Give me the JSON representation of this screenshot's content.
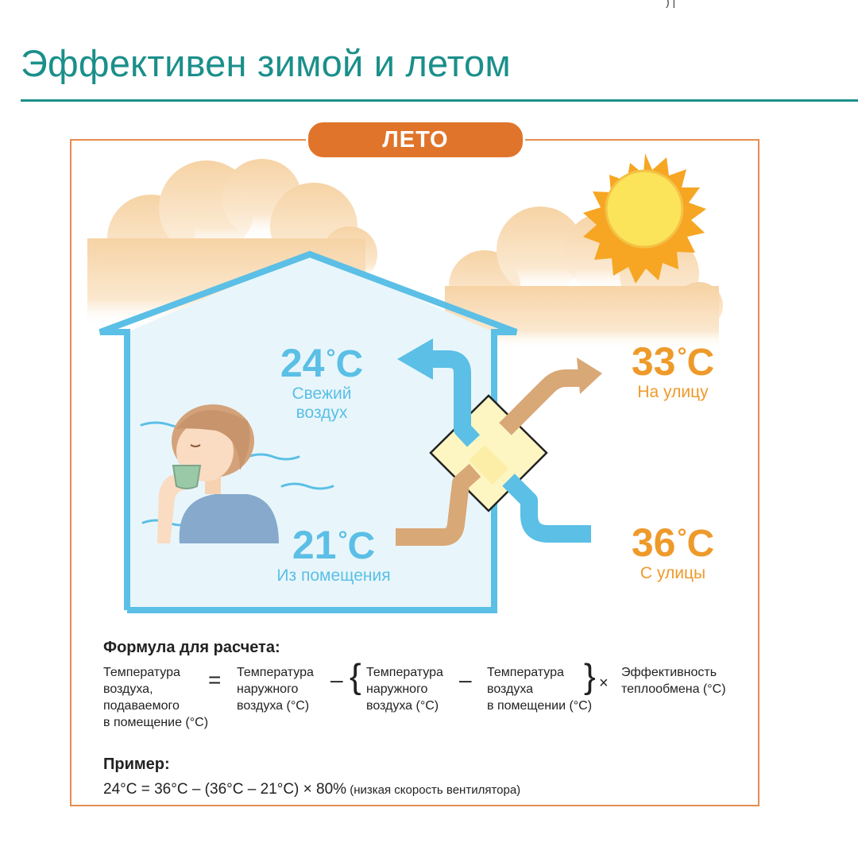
{
  "header": {
    "title": "Эффективен зимой и летом",
    "corner_text": ") |"
  },
  "season": "ЛЕТО",
  "labels": {
    "fresh_air": {
      "temp": "24",
      "deg": "°",
      "unit": "C",
      "text1": "Свежий",
      "text2": "воздух"
    },
    "to_street": {
      "temp": "33",
      "deg": "°",
      "unit": "C",
      "text": "На улицу"
    },
    "from_room": {
      "temp": "21",
      "deg": "°",
      "unit": "C",
      "text": "Из помещения"
    },
    "from_street": {
      "temp": "36",
      "deg": "°",
      "unit": "C",
      "text": "С улицы"
    }
  },
  "formula": {
    "title": "Формула для расчета:",
    "result": [
      "Температура",
      "воздуха,",
      "подаваемого",
      "в помещение (°C)"
    ],
    "equals": "=",
    "outdoor1": [
      "Температура",
      "наружного",
      "воздуха (°C)"
    ],
    "minus1": "–",
    "brace_open": "{",
    "outdoor2": [
      "Температура",
      "наружного",
      "воздуха (°C)"
    ],
    "minus2": "–",
    "indoor": [
      "Температура",
      "воздуха",
      "в помещении (°C)"
    ],
    "brace_close": "}",
    "times": "×",
    "efficiency": [
      "Эффективность",
      "теплообмена (°C)"
    ]
  },
  "example": {
    "title": "Пример:",
    "equation": "24°C = 36°C  – (36°C – 21°C) × 80%",
    "note": " (низкая скорость вентилятора)"
  },
  "colors": {
    "teal": "#1b8f8a",
    "orange": "#e0742a",
    "frame": "#e58d52",
    "house": "#5bbfe6",
    "house_fill": "#e8f6fb",
    "warm_arrow": "#d9a877",
    "cloud": "#f7dcb4",
    "sun": "#f6a623",
    "core": "#fdf6c3"
  },
  "icons": [
    "cloud-left-icon",
    "cloud-right-icon",
    "sun-icon",
    "house-icon",
    "person-drinking-icon",
    "heat-exchanger-icon"
  ]
}
